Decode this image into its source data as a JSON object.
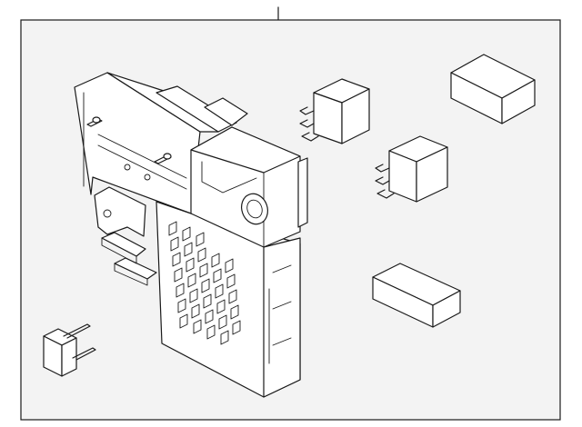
{
  "diagram": {
    "kind": "exploded parts illustration",
    "background": "#f3f3f3",
    "line_color": "#1a1a1a",
    "parts": [
      "fuse-relay-box",
      "relay-large-1",
      "relay-large-2",
      "cover-block-top",
      "cover-block-bottom",
      "mini-relay"
    ]
  }
}
